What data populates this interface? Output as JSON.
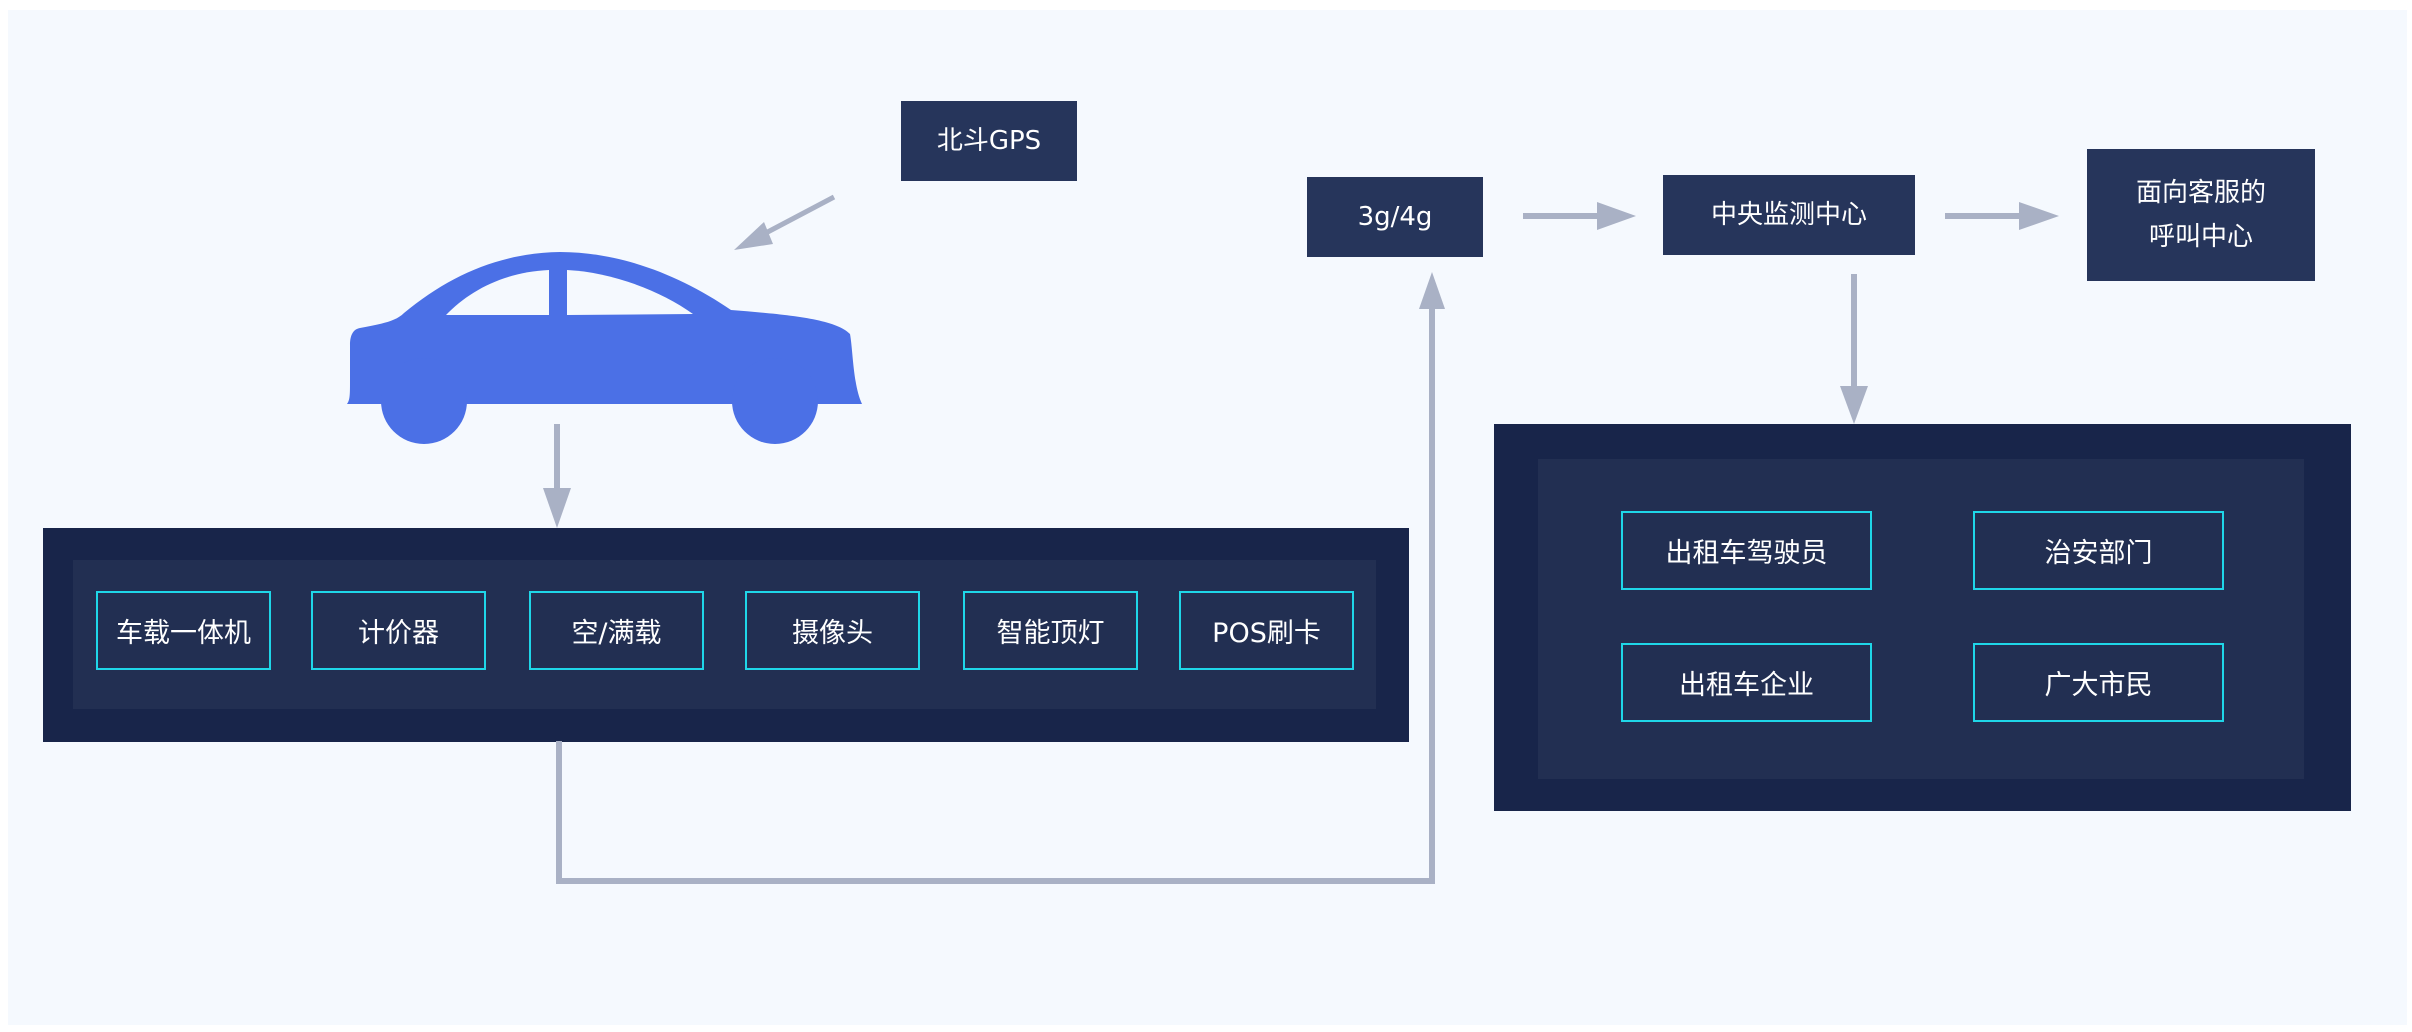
{
  "colors": {
    "background": "#f5f9fe",
    "node_fill": "#26355b",
    "panel_outer": "#18254a",
    "panel_inner": "#222f52",
    "chip_border": "#1fd6e8",
    "arrow": "#a9b1c5",
    "car": "#4b70e6"
  },
  "nodes": {
    "gps": "北斗GPS",
    "network": "3g/4g",
    "monitor_center": "中央监测中心",
    "call_center_line1": "面向客服的",
    "call_center_line2": "呼叫中心"
  },
  "vehicle": {
    "icon": "car-icon",
    "devices": [
      "车载一体机",
      "计价器",
      "空/满载",
      "摄像头",
      "智能顶灯",
      "POS刷卡"
    ]
  },
  "recipients": {
    "items": [
      "出租车驾驶员",
      "治安部门",
      "出租车企业",
      "广大市民"
    ]
  }
}
